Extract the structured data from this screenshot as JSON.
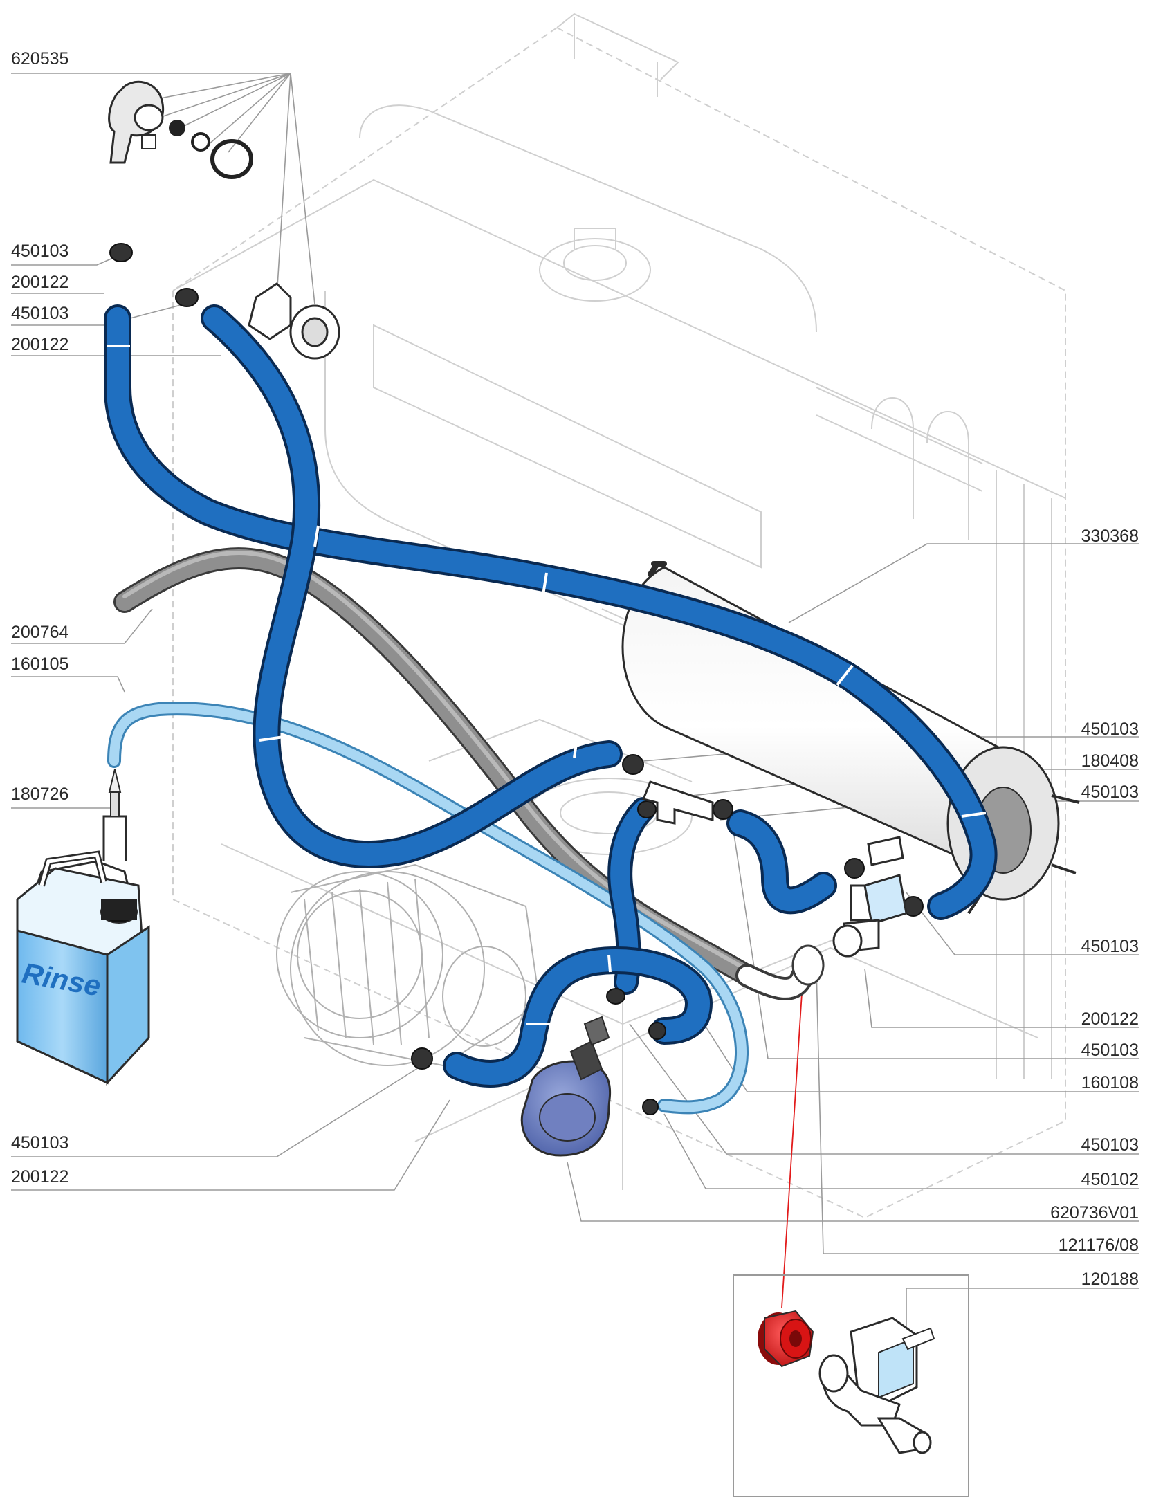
{
  "labels_left": [
    {
      "id": "l1",
      "text": "620535"
    },
    {
      "id": "l2",
      "text": "450103"
    },
    {
      "id": "l3",
      "text": "200122"
    },
    {
      "id": "l4",
      "text": "450103"
    },
    {
      "id": "l5",
      "text": "200122"
    },
    {
      "id": "l6",
      "text": "200764"
    },
    {
      "id": "l7",
      "text": "160105"
    },
    {
      "id": "l8",
      "text": "180726"
    },
    {
      "id": "l9",
      "text": "450103"
    },
    {
      "id": "l10",
      "text": "200122"
    }
  ],
  "labels_right": [
    {
      "id": "r1",
      "text": "330368"
    },
    {
      "id": "r2",
      "text": "450103"
    },
    {
      "id": "r3",
      "text": "180408"
    },
    {
      "id": "r4",
      "text": "450103"
    },
    {
      "id": "r5",
      "text": "450103"
    },
    {
      "id": "r6",
      "text": "200122"
    },
    {
      "id": "r7",
      "text": "450103"
    },
    {
      "id": "r8",
      "text": "160108"
    },
    {
      "id": "r9",
      "text": "450103"
    },
    {
      "id": "r10",
      "text": "450102"
    },
    {
      "id": "r11",
      "text": "620736V01"
    },
    {
      "id": "r12",
      "text": "121176/08"
    },
    {
      "id": "r13",
      "text": "120188"
    }
  ],
  "container_label": "Rinse",
  "colors": {
    "hose_blue": "#1f6fc0",
    "hose_light_blue": "#a9d7f3",
    "hose_grey": "#8a8a8a",
    "pump_blue": "#6f83c2",
    "red_part": "#e21b1b",
    "outline": "#2b2b2b",
    "leader": "#9a9a9a",
    "housing": "#c9c9c9"
  }
}
